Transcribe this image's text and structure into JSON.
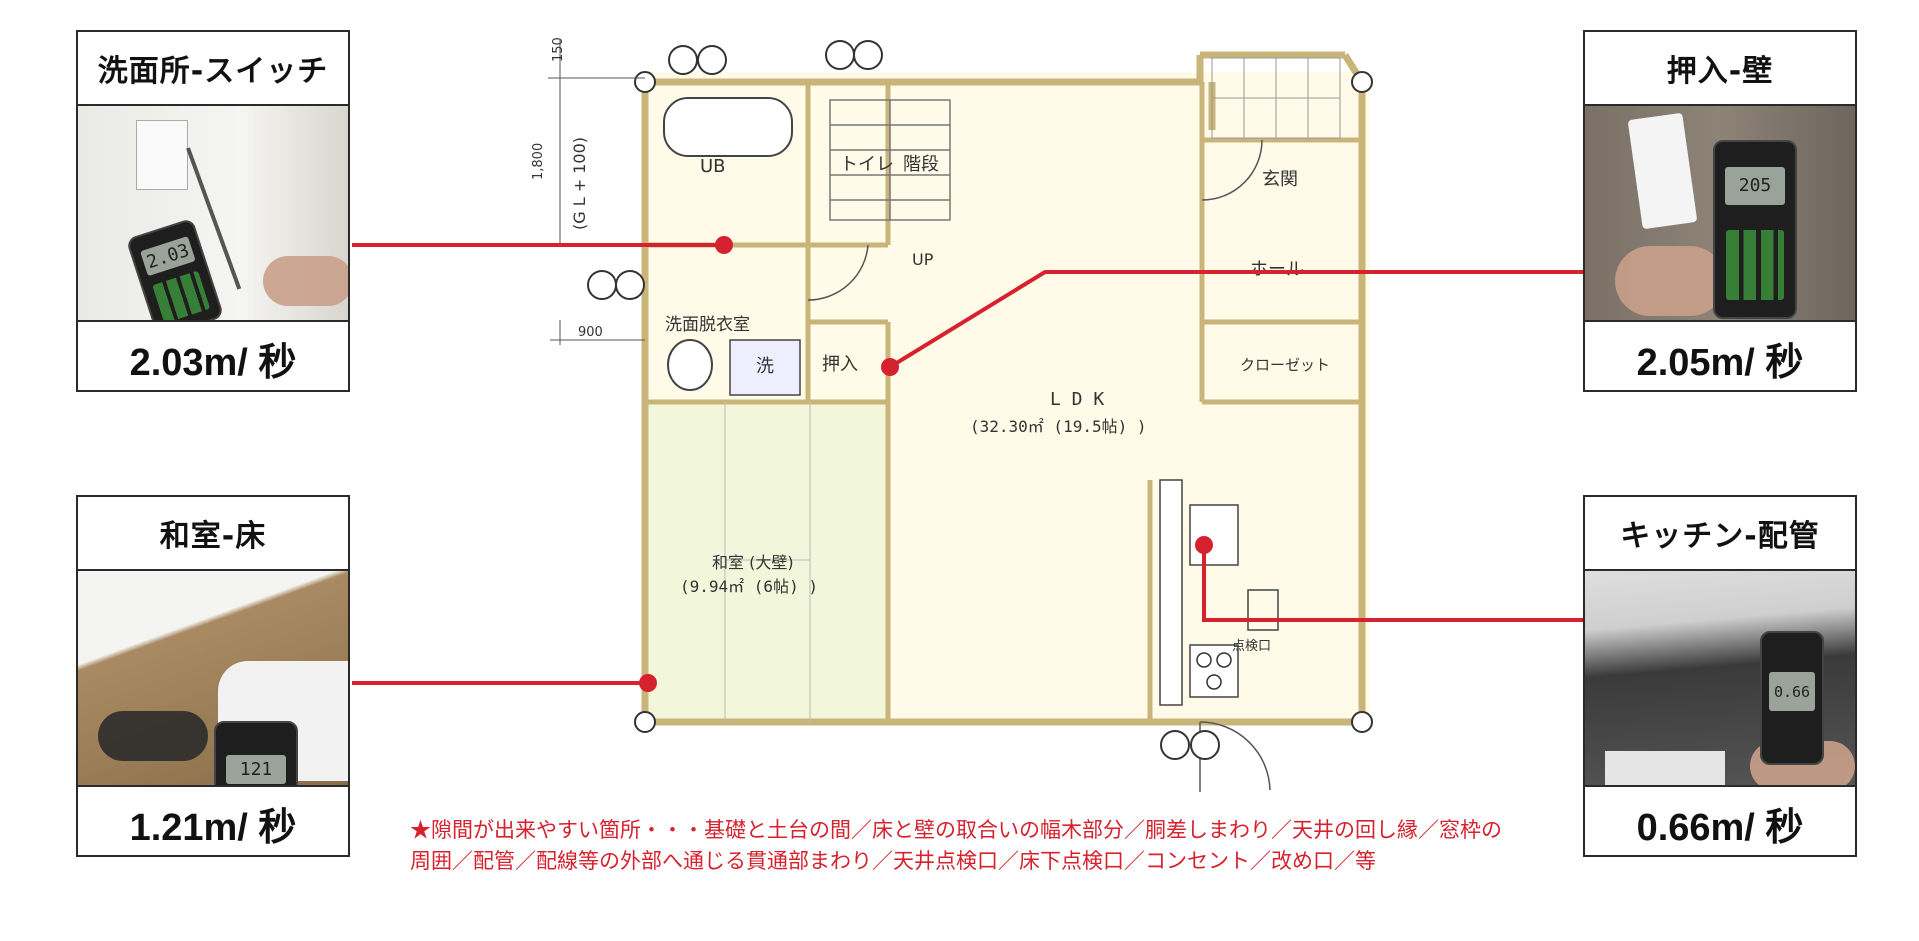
{
  "cards": {
    "washroom": {
      "title": "洗面所-スイッチ",
      "value": "2.03m/ 秒",
      "meter_reading": "2.03"
    },
    "japanese_room": {
      "title": "和室-床",
      "value": "1.21m/ 秒",
      "meter_reading": "121"
    },
    "closet": {
      "title": "押入-壁",
      "value": "2.05m/ 秒",
      "meter_reading": "205"
    },
    "kitchen": {
      "title": "キッチン-配管",
      "value": "0.66m/ 秒",
      "meter_reading": "0.66"
    }
  },
  "floor_plan": {
    "bath": "UB",
    "toilet": "トイレ",
    "stairs": "階段",
    "up": "UP",
    "entrance": "玄関",
    "hall": "ホール",
    "closet_room": "クローゼット",
    "dressing": "洗面脱衣室",
    "wash": "洗",
    "oshiire": "押入",
    "ldk_name": "L D K",
    "ldk_area": "(32.30㎡ (19.5帖) )",
    "washitsu_name": "和室 (大壁)",
    "washitsu_area": "(9.94㎡ (6帖) )",
    "inspection": "点検口",
    "dim_150": "150",
    "dim_1800": "1,800",
    "dim_gl": "(G L + 100)",
    "dim_900": "900"
  },
  "note": "★隙間が出来やすい箇所・・・基礎と土台の間／床と壁の取合いの幅木部分／胴差しまわり／天井の回し縁／窓枠の周囲／配管／配線等の外部へ通じる貫通部まわり／天井点検口／床下点検口／コンセント／改め口／等",
  "colors": {
    "accent_red": "#d6222e",
    "wall": "#d9c896",
    "floor": "#fffbe0",
    "tatami": "#f4f7d8"
  }
}
